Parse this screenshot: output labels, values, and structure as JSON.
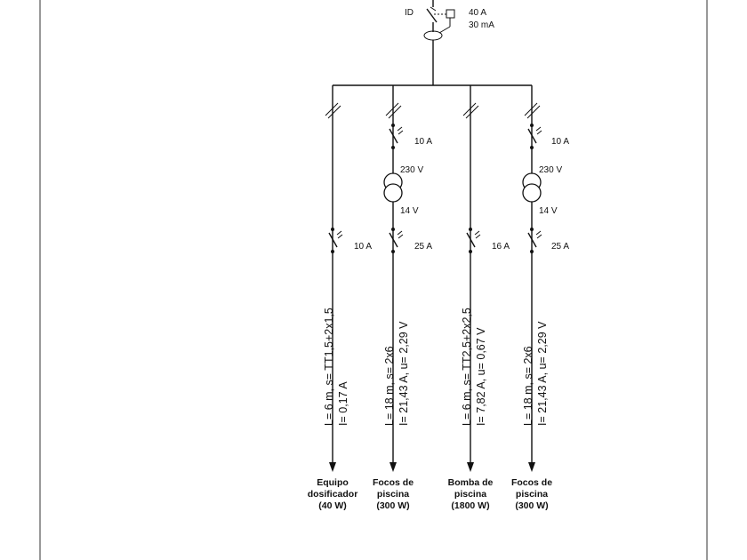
{
  "main_device": {
    "id_label": "ID",
    "rating": "40 A",
    "sensitivity": "30 mA"
  },
  "circuits": [
    {
      "protection_top": "",
      "v_primary": "",
      "v_secondary": "",
      "protection_bottom": "10 A",
      "cable_line1": "L= 6 m, s= TT1,5+2x1,5",
      "cable_line2": "I= 0,17 A",
      "load": [
        "Equipo",
        "dosificador",
        "(40 W)"
      ]
    },
    {
      "protection_top": "10 A",
      "v_primary": "230 V",
      "v_secondary": "14 V",
      "protection_bottom": "25 A",
      "cable_line1": "L= 18 m, s= 2x6",
      "cable_line2": "I= 21,43 A, u= 2,29 V",
      "load": [
        "Focos de",
        "piscina",
        "(300 W)"
      ]
    },
    {
      "protection_top": "",
      "v_primary": "",
      "v_secondary": "",
      "protection_bottom": "16 A",
      "cable_line1": "L= 6 m, s= TT2,5+2x2,5",
      "cable_line2": "I= 7,82 A, u= 0,67 V",
      "load": [
        "Bomba de",
        "piscina",
        "(1800 W)"
      ]
    },
    {
      "protection_top": "10 A",
      "v_primary": "230 V",
      "v_secondary": "14 V",
      "protection_bottom": "25 A",
      "cable_line1": "L= 18 m, s= 2x6",
      "cable_line2": "I= 21,43 A, u= 2,29 V",
      "load": [
        "Focos de",
        "piscina",
        "(300 W)"
      ]
    }
  ]
}
